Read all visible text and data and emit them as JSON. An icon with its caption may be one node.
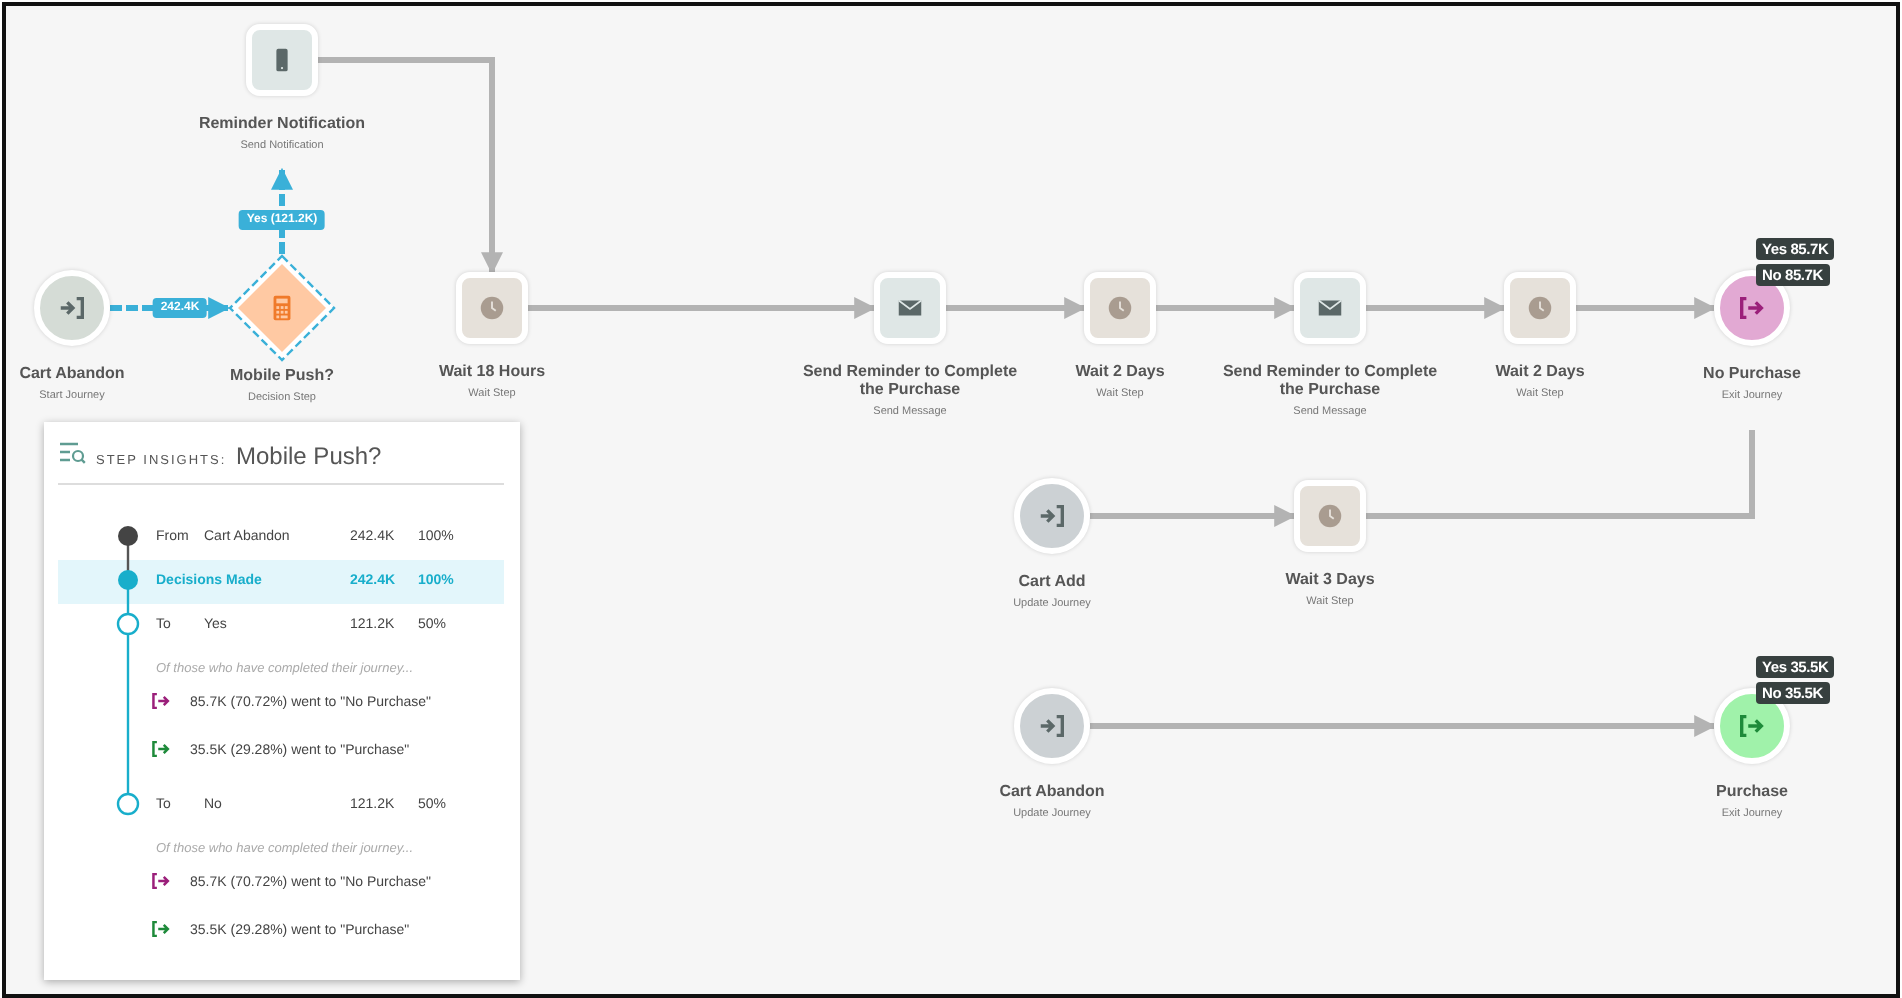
{
  "diagram": {
    "nodes": [
      {
        "text": [
          "Reminder Notification",
          "Send Notification"
        ]
      },
      {
        "text": [
          "Cart Abandon",
          "Start Journey"
        ]
      },
      {
        "text": [
          "Mobile Push?",
          "Decision Step"
        ]
      },
      {
        "text": [
          "Wait 18 Hours",
          "Wait Step"
        ]
      },
      {
        "text": [
          "Send Reminder to Complete the Purchase",
          "Send Message"
        ]
      },
      {
        "text": [
          "Wait 2 Days",
          "Wait Step"
        ]
      },
      {
        "text": [
          "Send Reminder to Complete the Purchase",
          "Send Message"
        ]
      },
      {
        "text": [
          "Wait 2 Days",
          "Wait Step"
        ]
      },
      {
        "text": [
          "No Purchase",
          "Exit Journey"
        ],
        "beside": [
          "Yes 85.7K",
          "No 85.7K"
        ]
      },
      {
        "text": [
          "Cart Add",
          "Update Journey"
        ]
      },
      {
        "text": [
          "Wait 3 Days",
          "Wait Step"
        ]
      },
      {
        "text": [
          "Cart Abandon",
          "Update Journey"
        ]
      },
      {
        "text": [
          "Purchase",
          "Exit Journey"
        ],
        "beside": [
          "Yes 35.5K",
          "No 35.5K"
        ]
      }
    ],
    "edges": [
      {
        "from": 1,
        "to": 2,
        "arrow": "to",
        "label": "242.4K",
        "style": "dashed",
        "color": "#3ab0d8"
      },
      {
        "from": 2,
        "to": 0,
        "arrow": "to",
        "label": "Yes (121.2K)",
        "style": "dashed",
        "color": "#3ab0d8"
      },
      {
        "from": 0,
        "to": 3,
        "arrow": "to"
      },
      {
        "from": 3,
        "to": 4,
        "arrow": "to"
      },
      {
        "from": 4,
        "to": 5,
        "arrow": "to"
      },
      {
        "from": 5,
        "to": 6,
        "arrow": "to"
      },
      {
        "from": 6,
        "to": 7,
        "arrow": "to"
      },
      {
        "from": 7,
        "to": 8,
        "arrow": "to"
      },
      {
        "from": 9,
        "to": 10,
        "arrow": "to"
      },
      {
        "from": 10,
        "to": 8,
        "arrow": "none"
      },
      {
        "from": 11,
        "to": 12,
        "arrow": "to"
      }
    ],
    "labels": [
      "STEP INSIGHTS:",
      "Mobile Push?",
      "From",
      "Cart Abandon",
      "242.4K",
      "100%",
      "Decisions Made",
      "242.4K",
      "100%",
      "To",
      "Yes",
      "121.2K",
      "50%",
      "Of those who have completed their journey...",
      "85.7K (70.72%) went to \"No Purchase\"",
      "35.5K (29.28%) went to \"Purchase\"",
      "To",
      "No",
      "121.2K",
      "50%",
      "Of those who have completed their journey...",
      "85.7K (70.72%) went to \"No Purchase\"",
      "35.5K (29.28%) went to \"Purchase\""
    ]
  }
}
